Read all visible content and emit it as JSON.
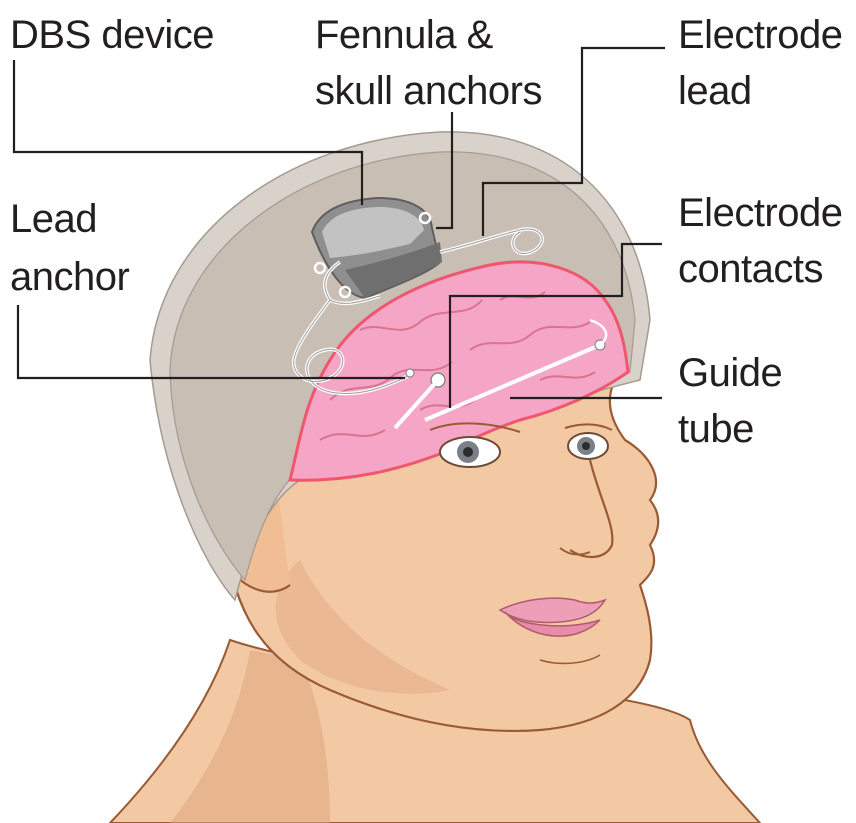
{
  "labels": {
    "dbs_device": "DBS device",
    "fennula_line1": "Fennula &",
    "fennula_line2": "skull anchors",
    "electrode_lead_line1": "Electrode",
    "electrode_lead_line2": "lead",
    "lead_anchor_line1": "Lead",
    "lead_anchor_line2": "anchor",
    "electrode_contacts_line1": "Electrode",
    "electrode_contacts_line2": "contacts",
    "guide_tube_line1": "Guide",
    "guide_tube_line2": "tube"
  },
  "colors": {
    "skin": "#f3c9a4",
    "skin_shadow": "#dfa57c",
    "skin_outline": "#9a5a34",
    "skull": "#c9beb4",
    "skull_rim": "#d9d2cb",
    "brain": "#f5a6c6",
    "brain_fold": "#d9748f",
    "brain_edge": "#f0566e",
    "device": "#8f8f8f",
    "lip": "#ee9fb8",
    "text": "#231f20"
  }
}
